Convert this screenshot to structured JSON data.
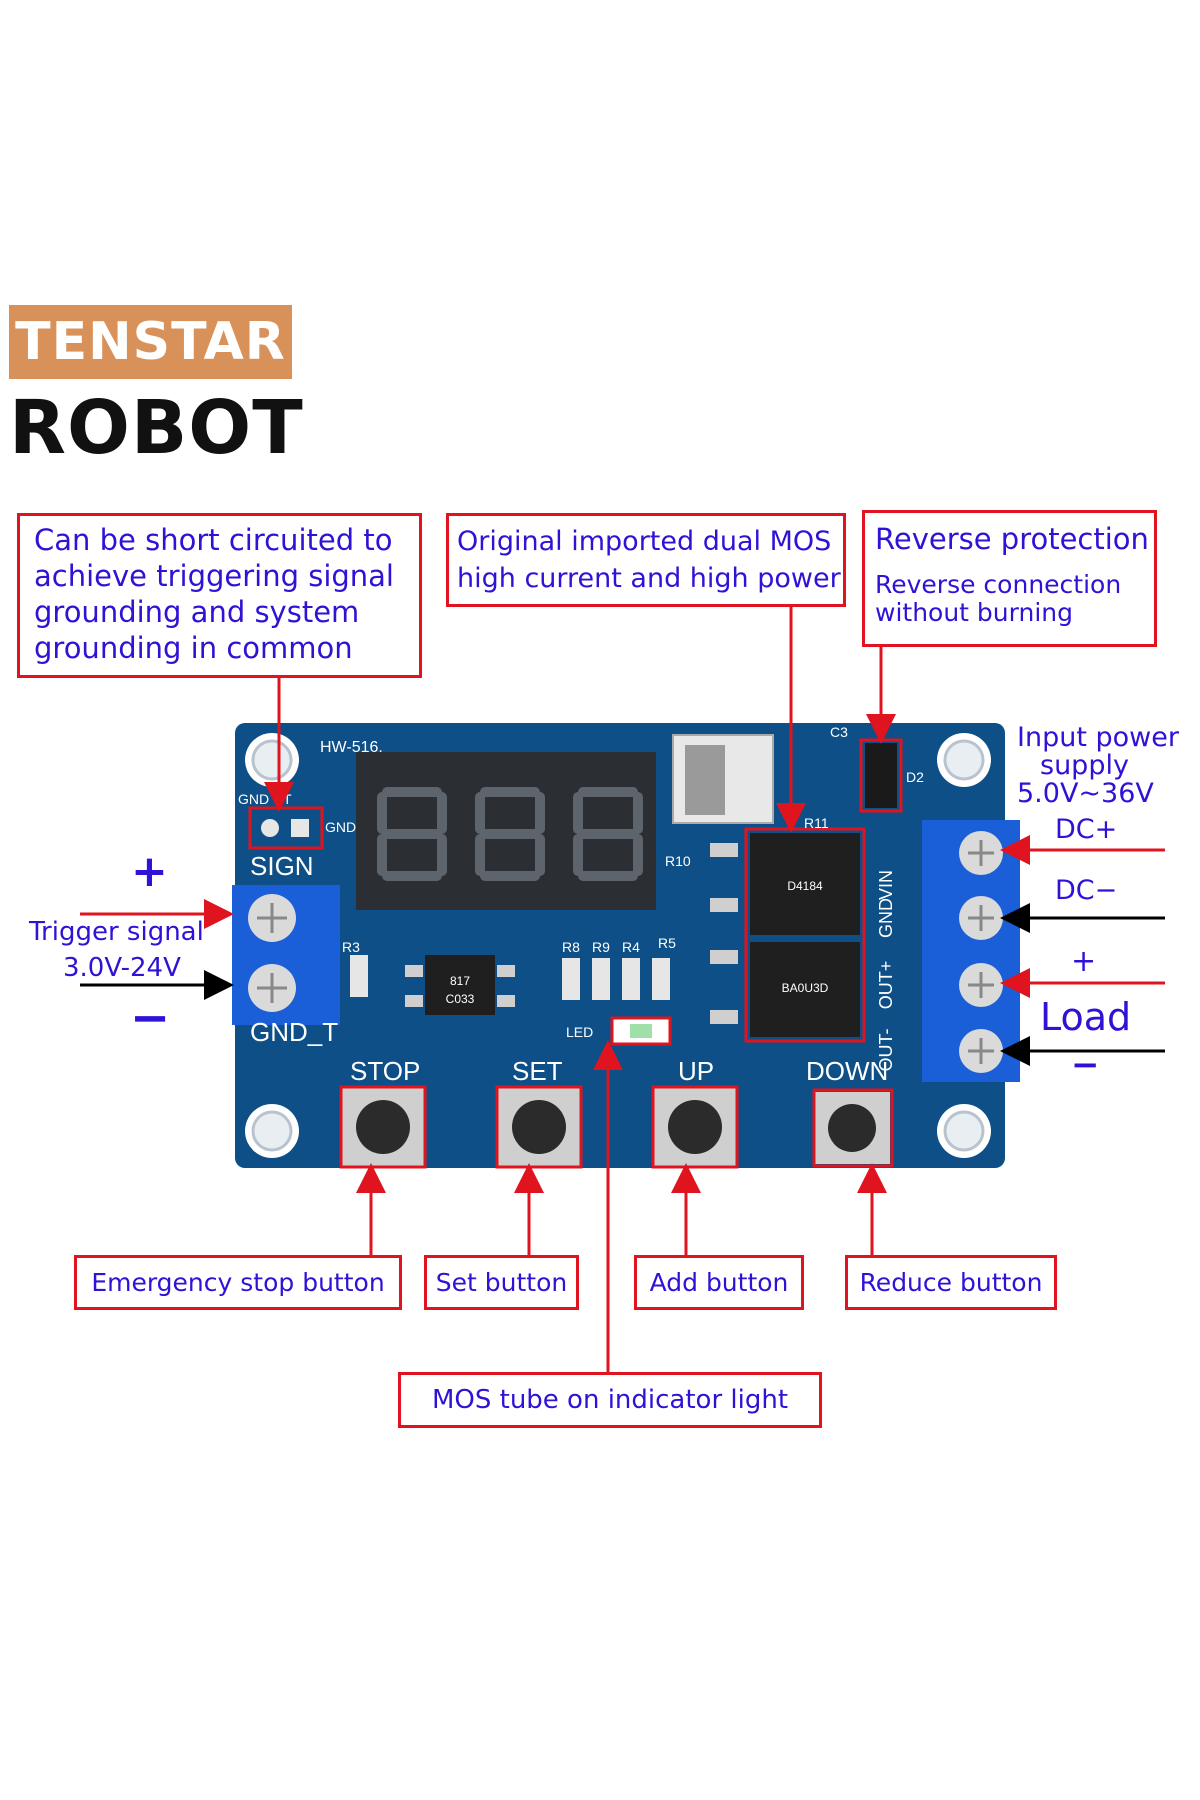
{
  "brand": {
    "line1": "TENSTAR",
    "line2": "ROBOT"
  },
  "callouts": {
    "short_circuit": "Can be short circuited to achieve triggering signal grounding and system grounding in common",
    "mos": "Original imported dual MOS high current and high power",
    "reverse_title": "Reverse protection",
    "reverse_sub": "Reverse connection without burning",
    "stop": "Emergency stop button",
    "set": "Set button",
    "add": "Add button",
    "reduce": "Reduce button",
    "led": "MOS tube on indicator light"
  },
  "side_labels": {
    "trigger_plus": "+",
    "trigger_minus": "−",
    "trigger_signal": "Trigger signal",
    "trigger_voltage": "3.0V-24V",
    "input_power_1": "Input power",
    "input_power_2": "supply",
    "input_power_3": "5.0V~36V",
    "dc_plus": "DC+",
    "dc_minus": "DC−",
    "load_plus": "+",
    "load": "Load",
    "load_minus": "−"
  },
  "board": {
    "model": "HW-516.",
    "gnd": "GND",
    "t": "T",
    "sign": "SIGN",
    "gnd_t": "GND_T",
    "stop": "STOP",
    "set": "SET",
    "up": "UP",
    "down": "DOWN",
    "led": "LED",
    "vin": "VIN",
    "gnd_v": "GND",
    "out_plus": "OUT+",
    "out_minus": "OUT-",
    "r3": "R3",
    "r8": "R8",
    "r9": "R9",
    "r4": "R4",
    "r5": "R5",
    "r10": "R10",
    "r11": "R11",
    "c3": "C3",
    "d2": "D2",
    "mos_code": "D4184",
    "mos_code2": "BA0U3D",
    "opto": "817",
    "opto2": "C033"
  },
  "colors": {
    "board": "#0d4f86",
    "terminal": "#1a5ed8",
    "callout_border": "#e0141f",
    "callout_text": "#2e12d6",
    "logo_bg": "#d9915a"
  }
}
